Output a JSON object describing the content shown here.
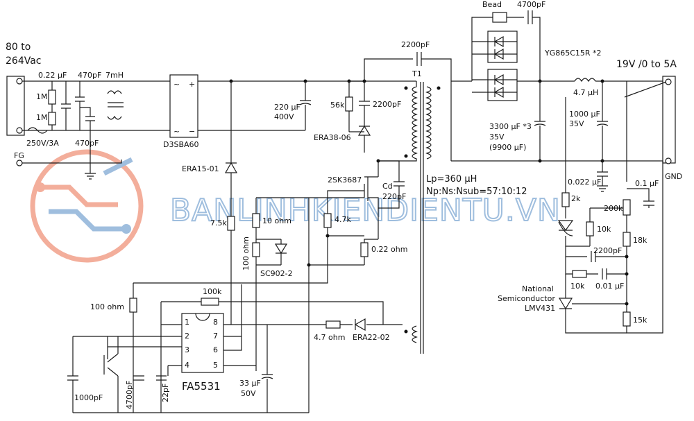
{
  "input_voltage": [
    "80 to",
    "264Vac"
  ],
  "output_spec": "19V /0 to 5A",
  "gnd": "GND",
  "fg": "FG",
  "input": {
    "c1": "0.22 µF",
    "c2": "470pF",
    "l1": "7mH",
    "r1": "1M",
    "r2": "1M",
    "fuse": "250V/3A",
    "c3": "470pF",
    "bridge": "D3SBA60"
  },
  "primary": {
    "bulk_cap": [
      "220 µF",
      "400V"
    ],
    "snubber_r": "56k",
    "snubber_c": "2200pF",
    "snubber_d": "ERA38-06",
    "start_d": "ERA15-01",
    "mosfet": "2SK3687",
    "cd": [
      "Cd",
      "220pF"
    ],
    "r_7k5": "7.5k",
    "r_10ohm": "10 ohm",
    "r_4k7": "4.7k",
    "r_100ohm_v": "100 ohm",
    "zener": "SC902-2",
    "r_sense": "0.22 ohm",
    "r_100ohm": "100 ohm",
    "r_100k": "100k",
    "aux_r": "4.7 ohm",
    "aux_d": "ERA22-02",
    "ic": "FA5531",
    "vcc_cap": [
      "33 µF",
      "50V"
    ],
    "c_1000": "1000pF",
    "c_4700": "4700pF",
    "c_22": "22pF",
    "pins": [
      "1",
      "2",
      "3",
      "4",
      "8",
      "7",
      "6",
      "5"
    ]
  },
  "transformer": {
    "y_cap": "2200pF",
    "name": "T1",
    "lp": "Lp=360 µH",
    "ratio": "Np:Ns:Nsub=57:10:12"
  },
  "secondary": {
    "bead": "Bead",
    "snub_c": "4700pF",
    "diode": "YG865C15R *2",
    "out_caps": [
      "3300 µF *3",
      "35V",
      "(9900 µF)"
    ],
    "l_out": "4.7 µH",
    "c_out": [
      "1000 µF",
      "35V"
    ],
    "c_022": "0.022 µF",
    "r_2k": "2k",
    "c_01": "0.1 µF",
    "r_200k": "200k",
    "r_10k": "10k",
    "r_18k": "18k",
    "c_2200": "2200pF",
    "r_10k_b": "10k",
    "c_001": "0.01 µF",
    "ref_vendor": [
      "National",
      "Semiconductor",
      "LMV431"
    ],
    "r_15k": "15k"
  },
  "watermark": "BANLINHKIENDIENTU.VN"
}
